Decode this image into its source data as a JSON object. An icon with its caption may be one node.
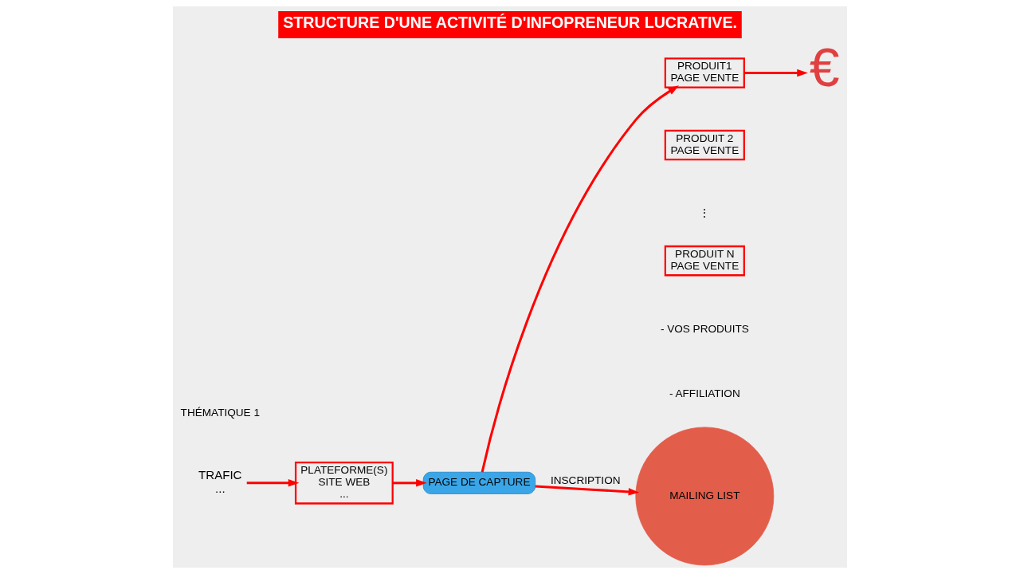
{
  "diagram": {
    "title": "STRUCTURE D'UNE ACTIVITÉ D'INFOPRENEUR LUCRATIVE.",
    "nodes": [
      {
        "text": [
          "TRAFIC",
          "..."
        ]
      },
      {
        "text": [
          "PLATEFORME(S)",
          "SITE WEB",
          "..."
        ]
      },
      {
        "text": [
          "PAGE DE CAPTURE"
        ]
      },
      {
        "text": [
          "PRODUIT1",
          "PAGE VENTE"
        ]
      },
      {
        "text": [
          "PRODUIT 2",
          "PAGE VENTE"
        ]
      },
      {
        "text": [
          "PRODUIT N",
          "PAGE VENTE"
        ]
      },
      {
        "text": [
          "€"
        ]
      },
      {
        "text": [
          "MAILING LIST"
        ]
      }
    ],
    "edges": [
      {
        "from": 0,
        "to": 1,
        "arrow": "to"
      },
      {
        "from": 1,
        "to": 2,
        "arrow": "to"
      },
      {
        "from": 2,
        "to": 3,
        "arrow": "to"
      },
      {
        "from": 3,
        "to": 6,
        "arrow": "to"
      },
      {
        "from": 2,
        "to": 7,
        "arrow": "to",
        "label": "INSCRIPTION"
      }
    ],
    "labels": [
      "THÉMATIQUE 1",
      "⋮",
      "- VOS PRODUITS",
      "- AFFILIATION"
    ]
  }
}
